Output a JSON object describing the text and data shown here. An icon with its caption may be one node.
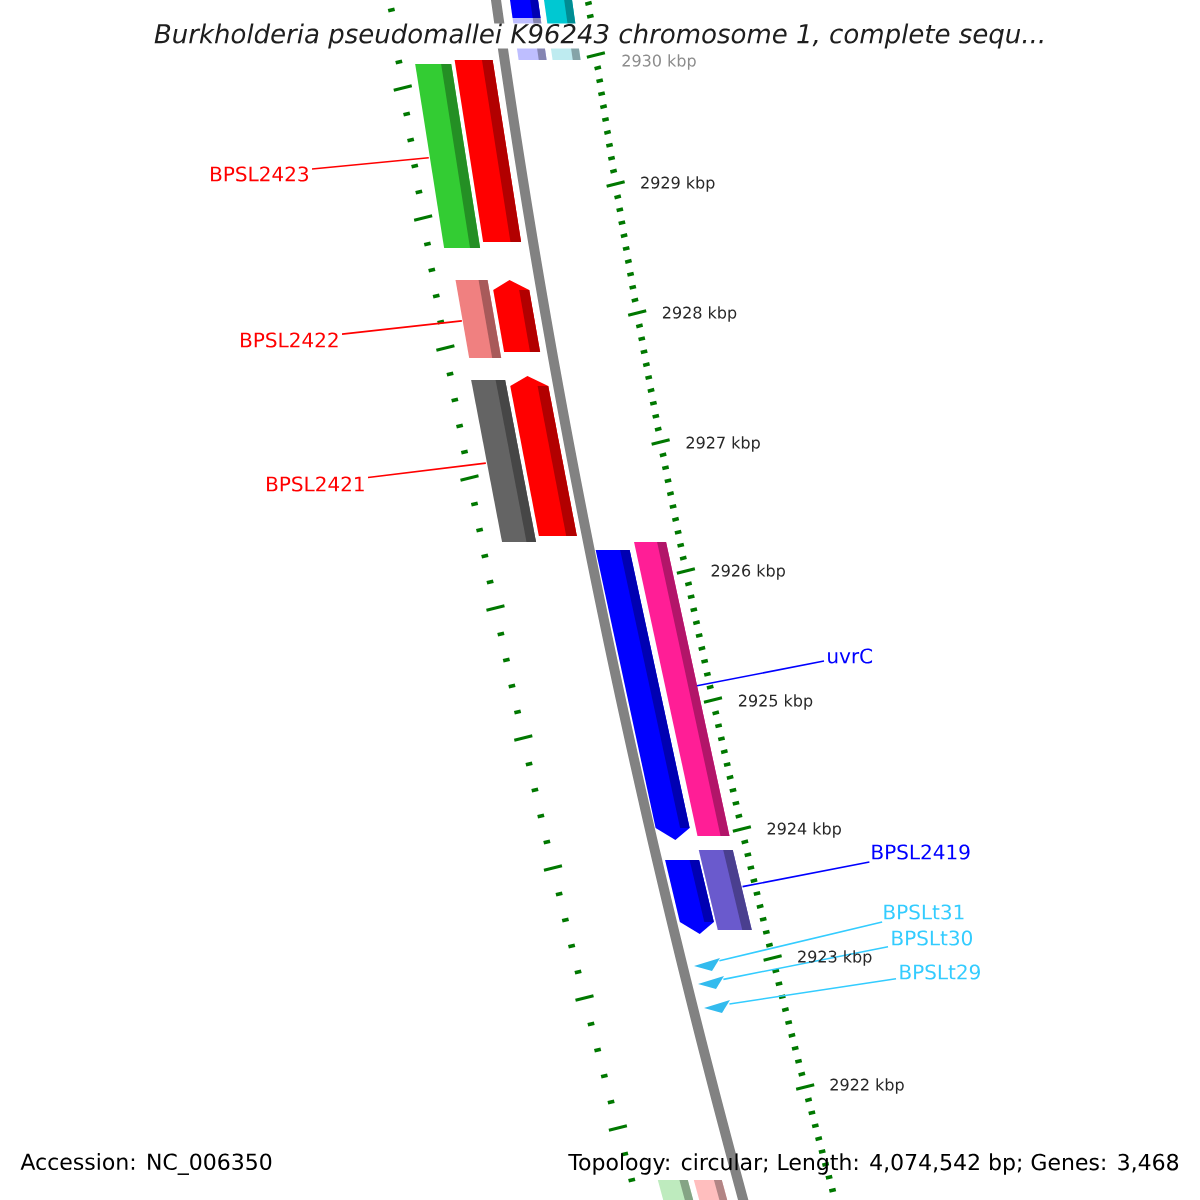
{
  "diagram": {
    "title": "Burkholderia pseudomallei K96243 chromosome 1, complete sequ...",
    "nodes": [
      {
        "text": [
          "BPSL2423"
        ]
      },
      {
        "text": [],
        "shape": "bar"
      },
      {
        "text": [
          "BPSL2422"
        ]
      },
      {
        "text": [],
        "shape": "bar"
      },
      {
        "text": [
          "BPSL2421"
        ]
      },
      {
        "text": [],
        "shape": "bar"
      },
      {
        "text": [
          "uvrC"
        ]
      },
      {
        "text": [],
        "shape": "bar"
      },
      {
        "text": [
          "BPSL2419"
        ]
      },
      {
        "text": [],
        "shape": "bar"
      },
      {
        "text": [
          "BPSLt31"
        ]
      },
      {
        "text": [],
        "shape": "triangle"
      },
      {
        "text": [
          "BPSLt30"
        ]
      },
      {
        "text": [],
        "shape": "triangle"
      },
      {
        "text": [
          "BPSLt29"
        ]
      },
      {
        "text": [],
        "shape": "triangle"
      }
    ],
    "edges": [
      {
        "from": 0,
        "to": 1,
        "arrow": "none",
        "color": "#ff0000"
      },
      {
        "from": 2,
        "to": 3,
        "arrow": "none",
        "color": "#ff0000"
      },
      {
        "from": 4,
        "to": 5,
        "arrow": "none",
        "color": "#ff0000"
      },
      {
        "from": 6,
        "to": 7,
        "arrow": "none",
        "color": "#0000ff"
      },
      {
        "from": 8,
        "to": 9,
        "arrow": "none",
        "color": "#0000ff"
      },
      {
        "from": 10,
        "to": 11,
        "arrow": "none",
        "color": "#33ccff"
      },
      {
        "from": 12,
        "to": 13,
        "arrow": "none",
        "color": "#33ccff"
      },
      {
        "from": 14,
        "to": 15,
        "arrow": "none",
        "color": "#33ccff"
      }
    ],
    "labels": [
      "2930 kbp",
      "2929 kbp",
      "2928 kbp",
      "2927 kbp",
      "2926 kbp",
      "2925 kbp",
      "2924 kbp",
      "2923 kbp",
      "2922 kbp",
      "Accession: NC_006350",
      "Topology: circular; Length: 4,074,542 bp; Genes: 3,468"
    ]
  }
}
